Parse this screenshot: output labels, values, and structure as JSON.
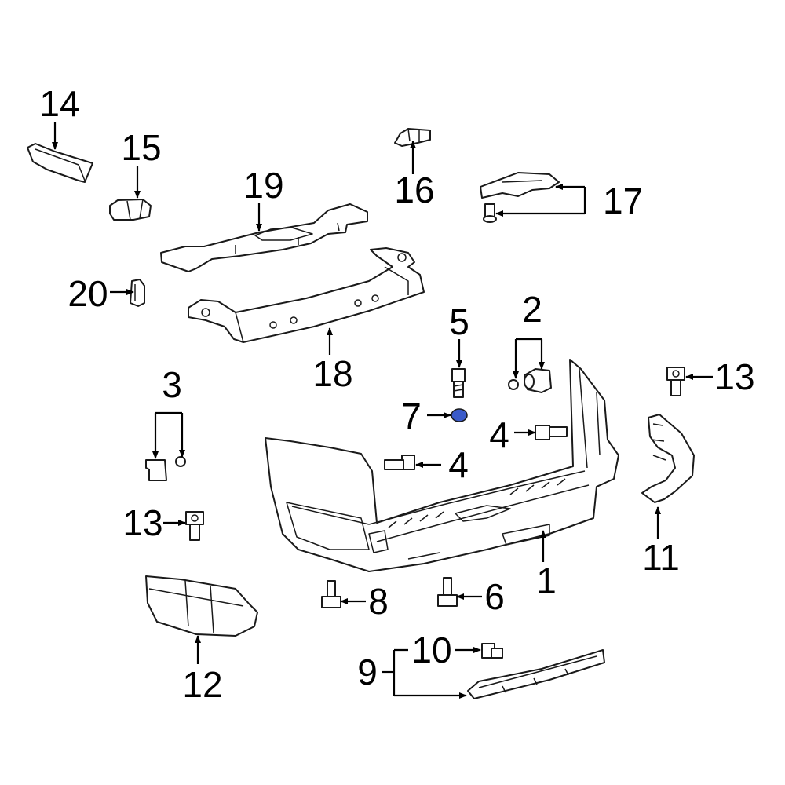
{
  "callouts": {
    "c1": "1",
    "c2": "2",
    "c3": "3",
    "c4a": "4",
    "c4b": "4",
    "c5": "5",
    "c6": "6",
    "c7": "7",
    "c8": "8",
    "c9": "9",
    "c10": "10",
    "c11": "11",
    "c12": "12",
    "c13a": "13",
    "c13b": "13",
    "c14": "14",
    "c15": "15",
    "c16": "16",
    "c17": "17",
    "c18": "18",
    "c19": "19",
    "c20": "20"
  },
  "colors": {
    "line": "#1a1a1a",
    "highlight_part": "#3b5bc9"
  }
}
